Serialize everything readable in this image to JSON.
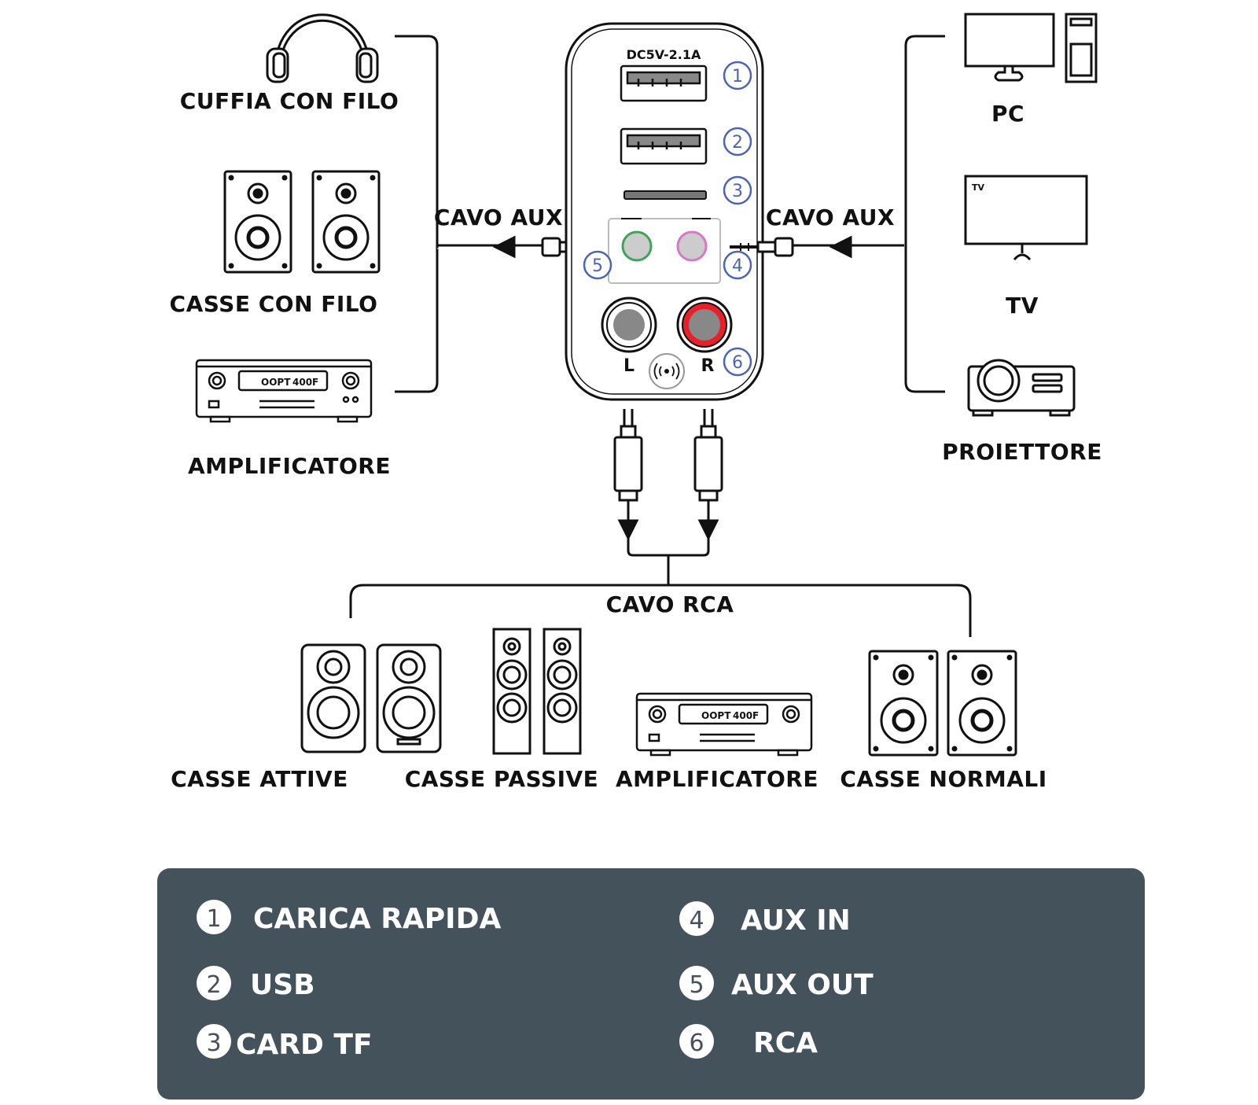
{
  "device": {
    "power_label": "DC5V-2.1A",
    "port_numbers": [
      "1",
      "2",
      "3",
      "4",
      "5",
      "6"
    ],
    "left_channel": "L",
    "right_channel": "R"
  },
  "left_outputs": {
    "headphones": "CUFFIA CON FILO",
    "wired_speakers": "CASSE CON FILO",
    "amplifier": "AMPLIFICATORE",
    "cable": "CAVO AUX"
  },
  "right_inputs": {
    "pc": "PC",
    "tv": "TV",
    "tv_screen_text": "TV",
    "projector": "PROIETTORE",
    "cable": "CAVO AUX"
  },
  "bottom_outputs": {
    "cable": "CAVO RCA",
    "active_speakers": "CASSE ATTIVE",
    "passive_speakers": "CASSE PASSIVE",
    "amplifier": "AMPLIFICATORE",
    "normal_speakers": "CASSE NORMALI"
  },
  "amp_display": {
    "left": "OOPT",
    "right": "400F"
  },
  "legend": {
    "items": [
      {
        "num": "1",
        "label": "CARICA RAPIDA"
      },
      {
        "num": "2",
        "label": "USB"
      },
      {
        "num": "3",
        "label": "CARD TF"
      },
      {
        "num": "4",
        "label": "AUX IN"
      },
      {
        "num": "5",
        "label": "AUX OUT"
      },
      {
        "num": "6",
        "label": "RCA"
      }
    ]
  },
  "colors": {
    "panel": "#44525c",
    "badge_blue": "#4a64b8",
    "green_jack": "#3fa35a",
    "pink_jack": "#d876c8",
    "red_ring": "#e8202a"
  }
}
